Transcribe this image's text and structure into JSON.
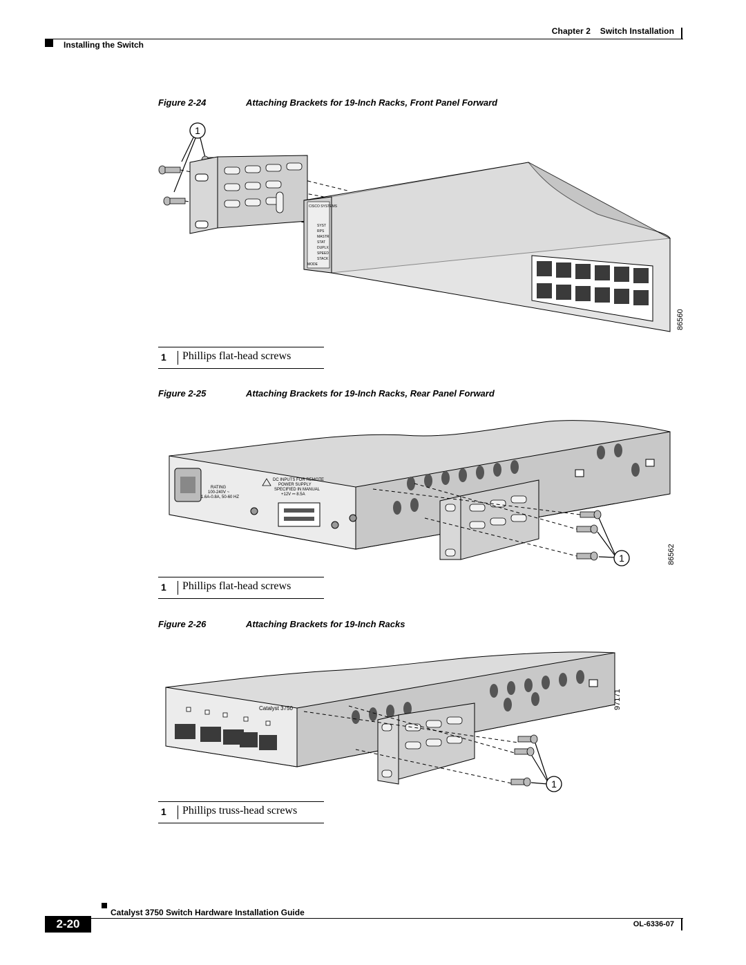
{
  "header": {
    "chapter": "Chapter 2",
    "chapter_title": "Switch Installation",
    "section": "Installing the Switch"
  },
  "figures": [
    {
      "label": "Figure 2-24",
      "title": "Attaching Brackets for 19-Inch Racks, Front Panel Forward",
      "image_id": "86560",
      "callout": "1",
      "legend": {
        "num": "1",
        "text": "Phillips flat-head screws"
      },
      "panel_labels": [
        "SYST",
        "RPS",
        "MASTR",
        "STAT",
        "DUPLX",
        "SPEED",
        "STACK",
        "MODE"
      ],
      "brand": "CISCO SYSTEMS"
    },
    {
      "label": "Figure 2-25",
      "title": "Attaching Brackets for 19-Inch Racks, Rear Panel Forward",
      "image_id": "86562",
      "callout": "1",
      "legend": {
        "num": "1",
        "text": "Phillips flat-head screws"
      },
      "rear_text": [
        "RATING",
        "100-240V ~",
        "1.6A-0.8A, 50-60 HZ",
        "DC INPUTS FOR REMOTE",
        "POWER SUPPLY",
        "SPECIFIED IN MANUAL",
        "+12V ⎓ 8.5A"
      ]
    },
    {
      "label": "Figure 2-26",
      "title": "Attaching Brackets for 19-Inch Racks",
      "image_id": "97171",
      "callout": "1",
      "legend": {
        "num": "1",
        "text": "Phillips truss-head screws"
      },
      "model": "Catalyst 3750"
    }
  ],
  "footer": {
    "guide_title": "Catalyst 3750 Switch Hardware Installation Guide",
    "page_number": "2-20",
    "doc_number": "OL-6336-07"
  }
}
